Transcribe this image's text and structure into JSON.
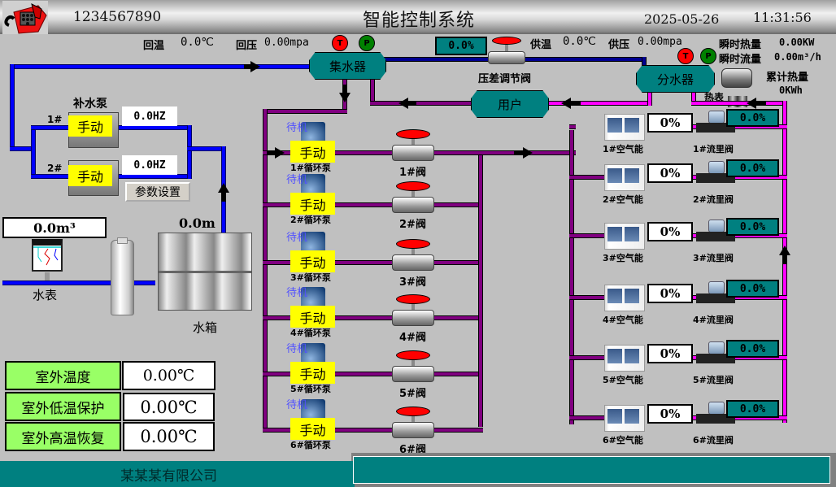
{
  "header": {
    "phone_number": "1234567890",
    "title": "智能控制系统",
    "date": "2025-05-26",
    "time": "11:31:56"
  },
  "return_line": {
    "temp_label": "回温",
    "temp_value": "0.0℃",
    "pressure_label": "回压",
    "pressure_value": "0.00mpa"
  },
  "supply_line": {
    "temp_label": "供温",
    "temp_value": "0.0℃",
    "pressure_label": "供压",
    "pressure_value": "0.00mpa"
  },
  "heat": {
    "instant_heat_label": "瞬时热量",
    "instant_heat_value": "0.00KW",
    "instant_flow_label": "瞬时流量",
    "instant_flow_value": "0.00m³/h",
    "total_heat_label": "累计热量",
    "total_heat_value": "0KWh",
    "meter_label": "热表"
  },
  "sensors": {
    "t": "T",
    "p": "P"
  },
  "vessels": {
    "collector": "集水器",
    "distributor": "分水器",
    "user": "用户"
  },
  "diff_valve": {
    "label": "压差调节阀",
    "value": "0.0%"
  },
  "makeup_pumps": {
    "title": "补水泵",
    "pumps": [
      {
        "id": "1#",
        "mode": "手动",
        "freq": "0.0HZ"
      },
      {
        "id": "2#",
        "mode": "手动",
        "freq": "0.0HZ"
      }
    ],
    "settings_button": "参数设置"
  },
  "water_meter": {
    "label": "水表",
    "value": "0.0m³"
  },
  "water_tank": {
    "label": "水箱",
    "level": "0.0m"
  },
  "circ_pumps": [
    {
      "label": "1#循环泵",
      "mode": "手动",
      "status": "待机",
      "valve": "1#阀"
    },
    {
      "label": "2#循环泵",
      "mode": "手动",
      "status": "待机",
      "valve": "2#阀"
    },
    {
      "label": "3#循环泵",
      "mode": "手动",
      "status": "待机",
      "valve": "3#阀"
    },
    {
      "label": "4#循环泵",
      "mode": "手动",
      "status": "待机",
      "valve": "4#阀"
    },
    {
      "label": "5#循环泵",
      "mode": "手动",
      "status": "待机",
      "valve": "5#阀"
    },
    {
      "label": "6#循环泵",
      "mode": "手动",
      "status": "待机",
      "valve": "6#阀"
    }
  ],
  "heat_pumps": [
    {
      "label": "1#空气能",
      "value": "0%",
      "valve_label": "1#流里阀",
      "valve_value": "0.0%"
    },
    {
      "label": "2#空气能",
      "value": "0%",
      "valve_label": "2#流里阀",
      "valve_value": "0.0%"
    },
    {
      "label": "3#空气能",
      "value": "0%",
      "valve_label": "3#流里阀",
      "valve_value": "0.0%"
    },
    {
      "label": "4#空气能",
      "value": "0%",
      "valve_label": "4#流里阀",
      "valve_value": "0.0%"
    },
    {
      "label": "5#空气能",
      "value": "0%",
      "valve_label": "5#流里阀",
      "valve_value": "0.0%"
    },
    {
      "label": "6#空气能",
      "value": "0%",
      "valve_label": "6#流里阀",
      "valve_value": "0.0%"
    }
  ],
  "outdoor": [
    {
      "label": "室外温度",
      "value": "0.00℃"
    },
    {
      "label": "室外低温保护",
      "value": "0.00℃"
    },
    {
      "label": "室外高温恢复",
      "value": "0.00℃"
    }
  ],
  "footer": {
    "company": "某某某有限公司",
    "message": ""
  },
  "colors": {
    "teal": "#008080",
    "manual_yellow": "#ffff00",
    "outdoor_green": "#99ff66",
    "pipe_blue": "#0000ff",
    "pipe_purple": "#800080",
    "pipe_magenta": "#ff00ff"
  }
}
